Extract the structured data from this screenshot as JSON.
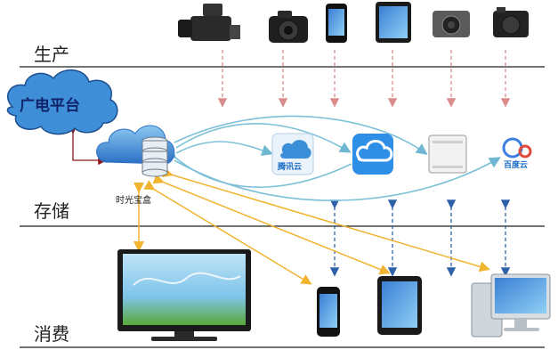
{
  "stages": {
    "production": "生产",
    "storage": "存储",
    "consumption": "消费"
  },
  "broadcast_platform": "广电平台",
  "hub_label": "时光宝盒",
  "services": {
    "tencent_label": "腾讯云",
    "baidu_label": "百度云"
  },
  "producers": [
    "camcorder",
    "dslr-camera",
    "smartphone",
    "tablet",
    "compact-camera",
    "mirrorless-camera"
  ],
  "consumers": [
    "television",
    "smartphone",
    "tablet",
    "desktop-computer"
  ],
  "colors": {
    "production_arrow": "#d98c8c",
    "sync_arrow": "#7cc0d8",
    "delivery_arrow": "#f0b430",
    "transfer_arrow": "#2e62a8",
    "platform_link": "#8b1a1a",
    "cloud_fill": "#3f8fd8"
  }
}
